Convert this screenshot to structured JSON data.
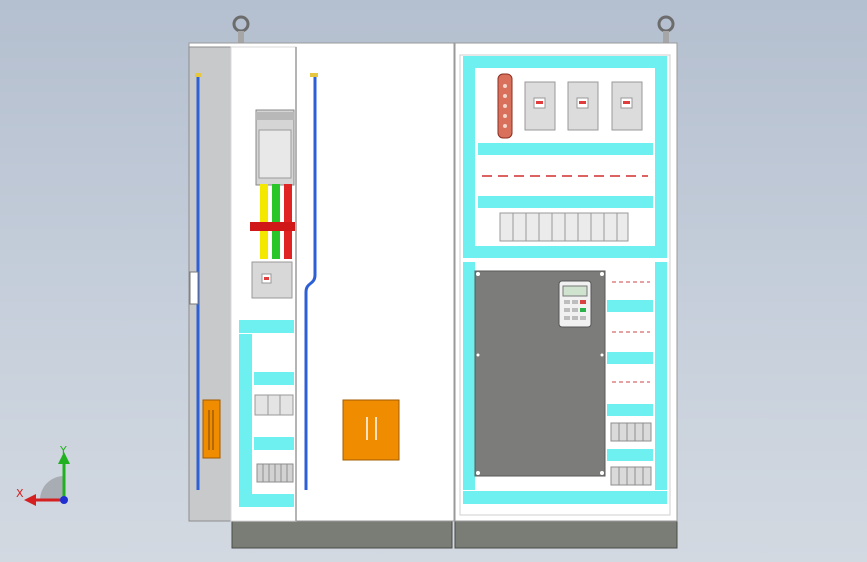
{
  "scene": {
    "view": "front",
    "colors": {
      "background_top": "#b4bfcf",
      "background_bottom": "#d3d9e1",
      "cabinet_body": "#ffffff",
      "side_panel": "#c8c9cb",
      "duct": "#6ff0f0",
      "base_plinth": "#7a7c76",
      "handle": "#f08c00",
      "busbar": "#2d5fd6",
      "vfd_panel": "#7c7c7a",
      "copper_bar": "#d9705c"
    },
    "lifting_eyes": 2,
    "handles": 2,
    "vfd_count": 1
  },
  "triad": {
    "x_label": "X",
    "y_label": "Y",
    "x_color": "#d42020",
    "y_color": "#20b020",
    "z_color": "#2030d0"
  }
}
